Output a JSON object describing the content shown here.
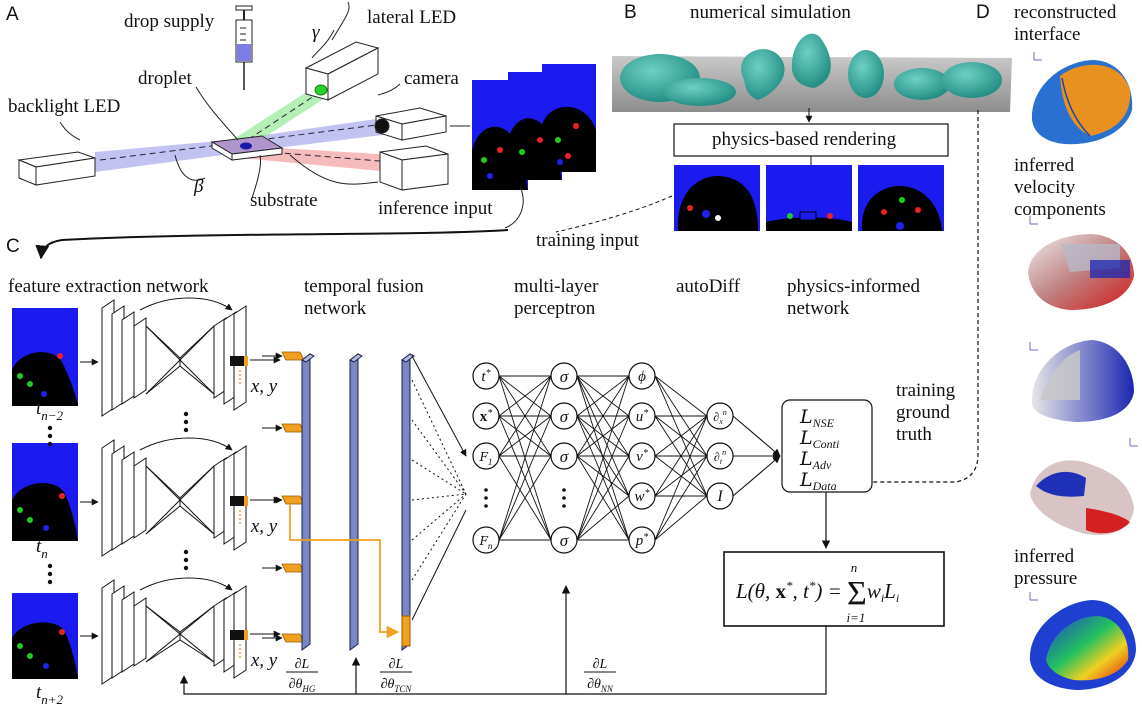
{
  "panels": {
    "a": "A",
    "b": "B",
    "c": "C",
    "d": "D"
  },
  "panel_a": {
    "drop_supply": "drop supply",
    "lateral_led": "lateral LED",
    "gamma": "γ",
    "droplet": "droplet",
    "camera": "camera",
    "backlight_led": "backlight LED",
    "beta": "β",
    "substrate": "substrate",
    "inference_input": "inference input"
  },
  "panel_b": {
    "numerical_simulation": "numerical simulation",
    "physics_based_rendering": "physics-based rendering",
    "training_input": "training input"
  },
  "panel_c": {
    "feature_extraction_network": "feature extraction network",
    "temporal_fusion_network": "temporal fusion\nnetwork",
    "multi_layer_perceptron": "multi-layer\nperceptron",
    "autodiff": "autoDiff",
    "physics_informed_network": "physics-informed\nnetwork",
    "training_ground_truth": "training\nground\ntruth",
    "xy_label": "x, y",
    "frames": [
      "t_{n−2}",
      "t_n",
      "t_{n+2}"
    ],
    "mlp_inputs": [
      "t*",
      "x*",
      "F_1",
      "F_n"
    ],
    "sigma": "σ",
    "mlp_outputs": [
      "ϕ",
      "u*",
      "v*",
      "w*",
      "p*"
    ],
    "autodiff_nodes": [
      "∂x^n",
      "∂t^n",
      "I"
    ],
    "loss_terms": [
      "L_{NSE}",
      "L_{Conti}",
      "L_{Adv}",
      "L_{Data}"
    ],
    "total_loss": "L(θ, x*, t*) = Σ_{i=1}^{n} w_i L_i",
    "gradients": [
      "∂L/∂θ_HG",
      "∂L/∂θ_TCN",
      "∂L/∂θ_NN"
    ]
  },
  "panel_d": {
    "reconstructed_interface": "reconstructed\ninterface",
    "inferred_velocity_components": "inferred\nvelocity\ncomponents",
    "inferred_pressure": "inferred\npressure"
  }
}
